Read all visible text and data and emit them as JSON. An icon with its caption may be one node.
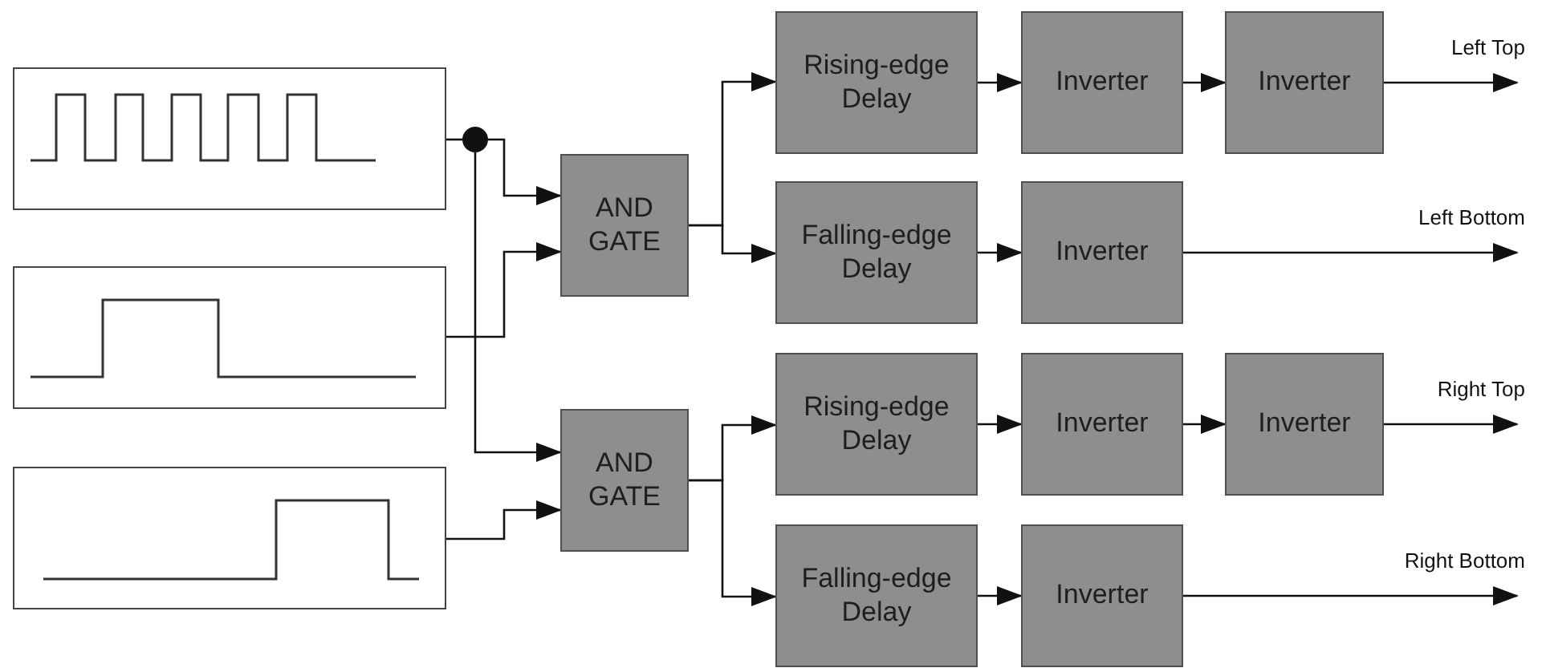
{
  "diagram": {
    "nodes": [
      {
        "text": [],
        "shape": "picture"
      },
      {
        "text": [],
        "shape": "picture"
      },
      {
        "text": [],
        "shape": "picture"
      },
      {
        "text": [],
        "shape": "circle"
      },
      {
        "text": [
          "AND GATE"
        ]
      },
      {
        "text": [
          "AND GATE"
        ]
      },
      {
        "text": [
          "Rising-edge Delay"
        ]
      },
      {
        "text": [
          "Inverter"
        ]
      },
      {
        "text": [
          "Inverter"
        ]
      },
      {
        "text": [
          "Falling-edge Delay"
        ]
      },
      {
        "text": [
          "Inverter"
        ]
      },
      {
        "text": [
          "Rising-edge Delay"
        ]
      },
      {
        "text": [
          "Inverter"
        ]
      },
      {
        "text": [
          "Inverter"
        ]
      },
      {
        "text": [
          "Falling-edge Delay"
        ]
      },
      {
        "text": [
          "Inverter"
        ]
      }
    ],
    "edges": [
      {
        "from": 0,
        "to": 3,
        "arrow": "none"
      },
      {
        "from": 3,
        "to": 4,
        "arrow": "to"
      },
      {
        "from": 3,
        "to": 5,
        "arrow": "to"
      },
      {
        "from": 1,
        "to": 4,
        "arrow": "to"
      },
      {
        "from": 2,
        "to": 5,
        "arrow": "to"
      },
      {
        "from": 4,
        "to": 6,
        "arrow": "to"
      },
      {
        "from": 4,
        "to": 9,
        "arrow": "to"
      },
      {
        "from": 5,
        "to": 11,
        "arrow": "to"
      },
      {
        "from": 5,
        "to": 14,
        "arrow": "to"
      },
      {
        "from": 6,
        "to": 7,
        "arrow": "to"
      },
      {
        "from": 7,
        "to": 8,
        "arrow": "to"
      },
      {
        "from": 8,
        "to": null,
        "arrow": "to",
        "label": "Left Top"
      },
      {
        "from": 9,
        "to": 10,
        "arrow": "to"
      },
      {
        "from": 10,
        "to": null,
        "arrow": "to",
        "label": "Left Bottom"
      },
      {
        "from": 11,
        "to": 12,
        "arrow": "to"
      },
      {
        "from": 12,
        "to": 13,
        "arrow": "to"
      },
      {
        "from": 13,
        "to": null,
        "arrow": "to",
        "label": "Right Top"
      },
      {
        "from": 14,
        "to": 15,
        "arrow": "to"
      },
      {
        "from": 15,
        "to": null,
        "arrow": "to",
        "label": "Right Bottom"
      }
    ]
  }
}
